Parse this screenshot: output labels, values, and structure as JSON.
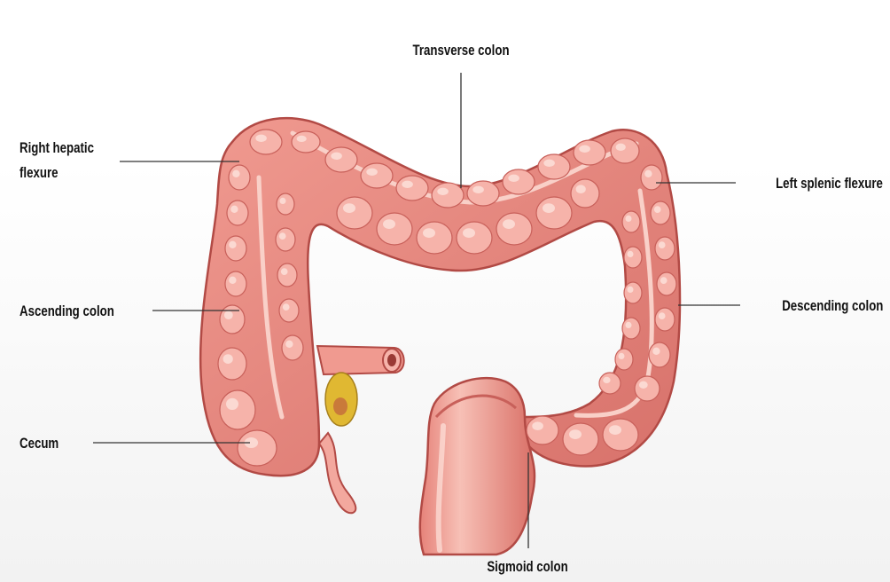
{
  "labels": {
    "transverse": "Transverse colon",
    "right_hepatic_line1": "Right hepatic",
    "right_hepatic_line2": "flexure",
    "left_splenic": "Left splenic flexure",
    "ascending": "Ascending colon",
    "descending": "Descending colon",
    "cecum": "Cecum",
    "sigmoid": "Sigmoid colon"
  },
  "colors": {
    "tissue": "#e98a82",
    "tissue_dark": "#c8605a",
    "outline": "#b24a45",
    "haustra": "#f6b3aa",
    "highlight": "#fde2dc",
    "band": "#f9d0c8",
    "fat": "#e0b832",
    "leader_line": "#333333"
  }
}
